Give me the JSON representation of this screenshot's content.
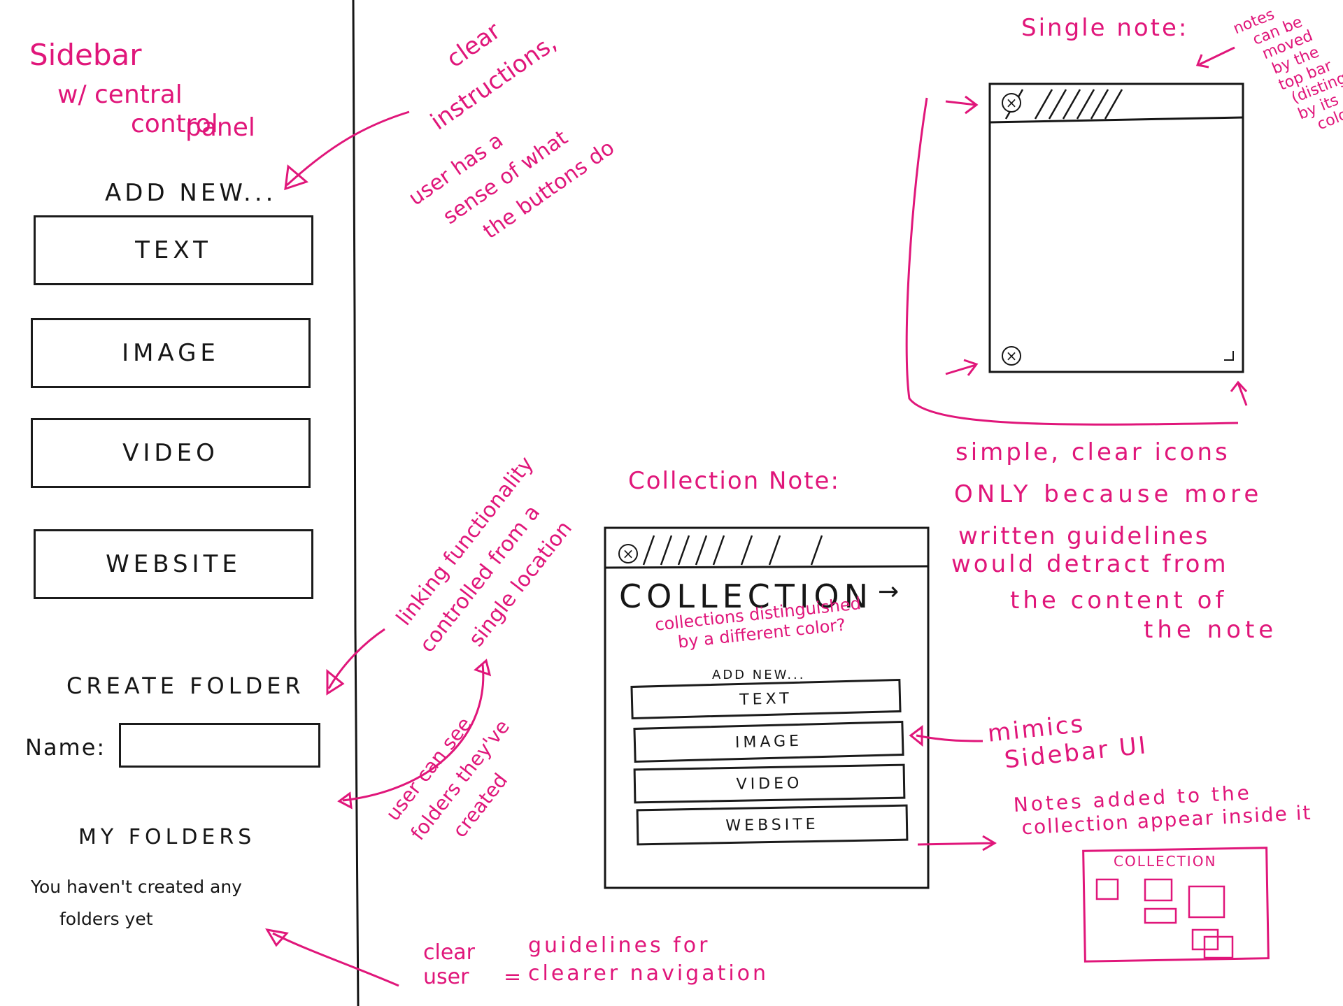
{
  "sidebar": {
    "add_new": "ADD NEW...",
    "buttons": [
      "TEXT",
      "IMAGE",
      "VIDEO",
      "WEBSITE"
    ],
    "create_folder": "CREATE FOLDER",
    "name_label": "Name:",
    "name_value": "",
    "my_folders": "MY FOLDERS",
    "empty_line1": "You haven't created any",
    "empty_line2": "folders yet"
  },
  "annotations": {
    "sidebar_title": [
      "Sidebar",
      "w/ central",
      "control",
      "panel"
    ],
    "clear_instructions": [
      "clear",
      "instructions,",
      "user has a",
      "sense of what",
      "the buttons do"
    ],
    "linking": [
      "linking functionality",
      "controlled from a",
      "single location"
    ],
    "user_can_see": [
      "user can see",
      "folders they've",
      "created"
    ],
    "clear_guidelines": [
      "clear",
      "user",
      "=",
      "guidelines for",
      "clearer navigation"
    ],
    "single_note": "Single note:",
    "notes_moved": [
      "notes",
      "can be",
      "moved",
      "by the",
      "top bar",
      "(distinguished",
      "by its",
      "color)"
    ],
    "icons_note": [
      "simple, clear icons",
      "ONLY because more",
      "written guidelines",
      "would detract from",
      "the content of",
      "the note"
    ],
    "collection_note": "Collection Note:",
    "collections_color": [
      "collections distinguished",
      "by a different color?"
    ],
    "mimics": [
      "mimics",
      "Sidebar UI"
    ],
    "notes_added": [
      "Notes added to the",
      "collection appear inside it"
    ]
  },
  "collection_card": {
    "title": "COLLECTION",
    "arrow": "→",
    "add_new": "ADD NEW...",
    "buttons": [
      "TEXT",
      "IMAGE",
      "VIDEO",
      "WEBSITE"
    ]
  },
  "mini_collection": {
    "title": "COLLECTION"
  },
  "colors": {
    "ink": "#161616",
    "annotation": "#e0167a"
  },
  "icons": [
    "close-icon",
    "resize-handle-icon",
    "arrow-right-icon"
  ]
}
